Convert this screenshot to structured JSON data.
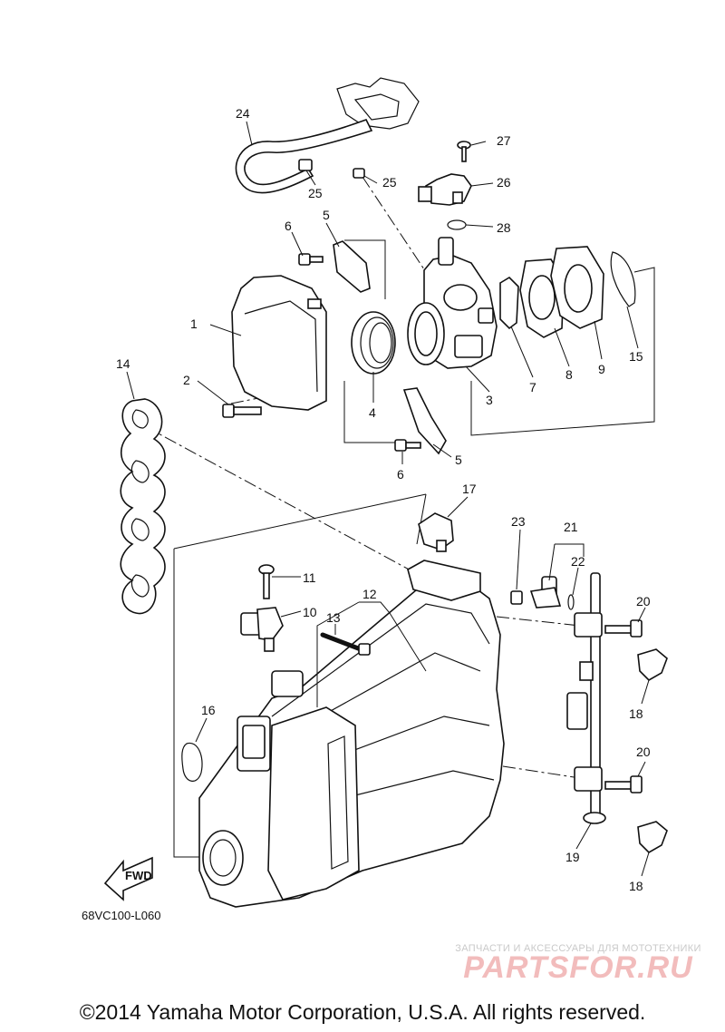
{
  "callouts": {
    "c1": "1",
    "c2": "2",
    "c3": "3",
    "c4": "4",
    "c5a": "5",
    "c5b": "5",
    "c6a": "6",
    "c6b": "6",
    "c7": "7",
    "c8": "8",
    "c9": "9",
    "c10": "10",
    "c11": "11",
    "c12": "12",
    "c13": "13",
    "c14": "14",
    "c15": "15",
    "c16": "16",
    "c17": "17",
    "c18a": "18",
    "c18b": "18",
    "c19": "19",
    "c20a": "20",
    "c20b": "20",
    "c21": "21",
    "c22": "22",
    "c23": "23",
    "c24": "24",
    "c25a": "25",
    "c25b": "25",
    "c26": "26",
    "c27": "27",
    "c28": "28"
  },
  "fwd_label": "FWD",
  "diagram_ref": "68VC100-L060",
  "watermark": {
    "caption": "ЗАПЧАСТИ И АКСЕССУАРЫ ДЛЯ МОТОТЕХНИКИ",
    "logo": "PARTSFOR.RU"
  },
  "copyright": "©2014 Yamaha Motor Corporation, U.S.A. All rights reserved."
}
